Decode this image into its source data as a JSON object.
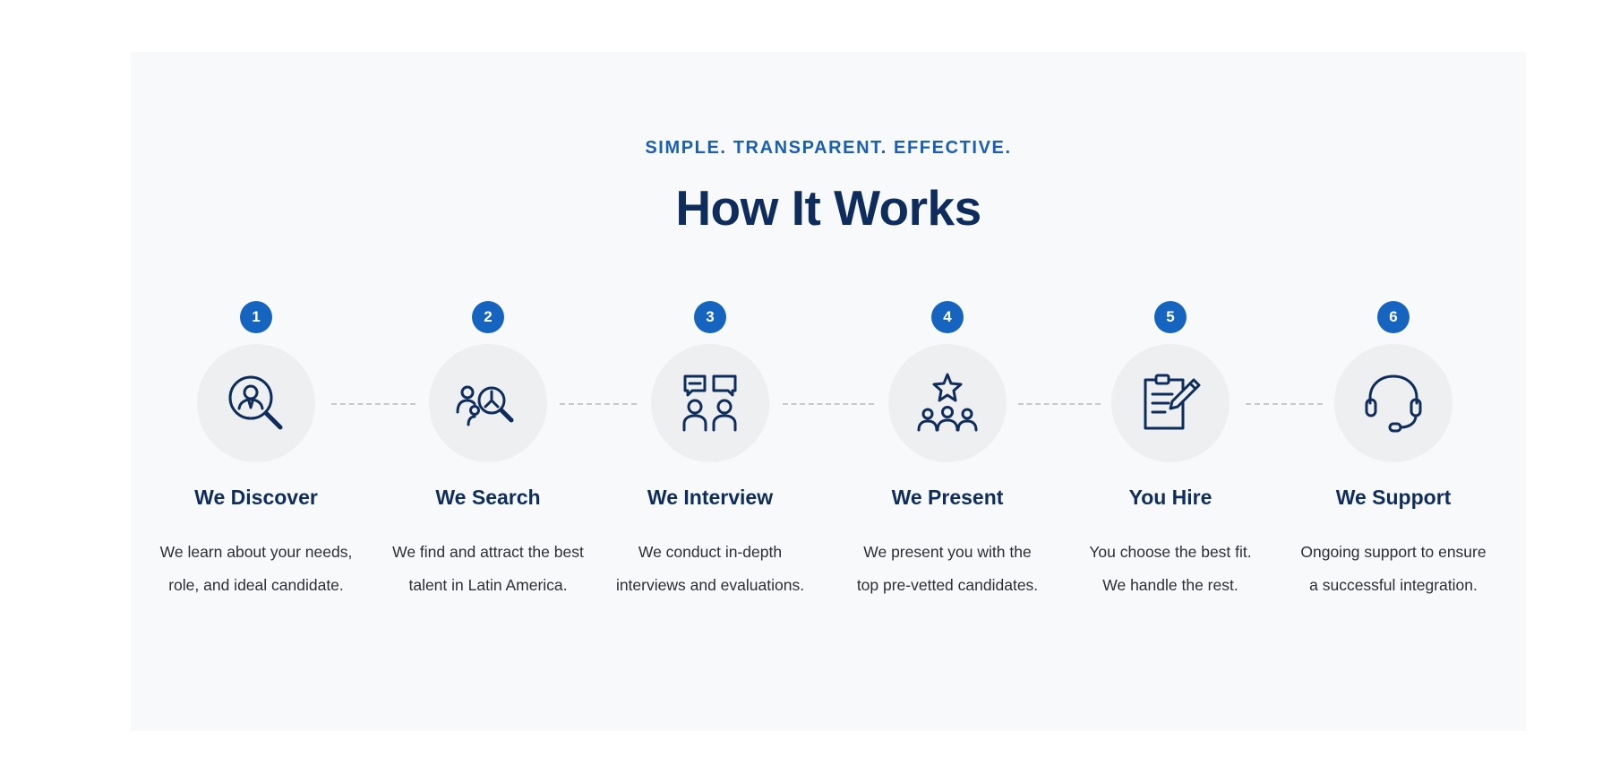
{
  "header": {
    "eyebrow": "SIMPLE. TRANSPARENT. EFFECTIVE.",
    "title": "How It Works"
  },
  "steps": [
    {
      "number": "1",
      "title": "We Discover",
      "desc_line1": "We learn about your needs,",
      "desc_line2": "role, and ideal candidate.",
      "icon": "person-magnifier-icon"
    },
    {
      "number": "2",
      "title": "We Search",
      "desc_line1": "We find and attract the best",
      "desc_line2": "talent in Latin America.",
      "icon": "people-clock-search-icon"
    },
    {
      "number": "3",
      "title": "We Interview",
      "desc_line1": "We conduct in-depth",
      "desc_line2": "interviews and evaluations.",
      "icon": "interview-chat-icon"
    },
    {
      "number": "4",
      "title": "We Present",
      "desc_line1": "We present you with the",
      "desc_line2": "top pre-vetted candidates.",
      "icon": "star-team-icon"
    },
    {
      "number": "5",
      "title": "You Hire",
      "desc_line1": "You choose the best fit.",
      "desc_line2": "We handle the rest.",
      "icon": "document-pen-icon"
    },
    {
      "number": "6",
      "title": "We Support",
      "desc_line1": "Ongoing support to ensure",
      "desc_line2": "a successful integration.",
      "icon": "headset-icon"
    }
  ],
  "colors": {
    "accent": "#1565c0",
    "heading": "#0f2d5c",
    "eyebrow": "#1a5fb4",
    "panel_background": "#f8f9fa",
    "icon_circle": "#eeeff1"
  }
}
